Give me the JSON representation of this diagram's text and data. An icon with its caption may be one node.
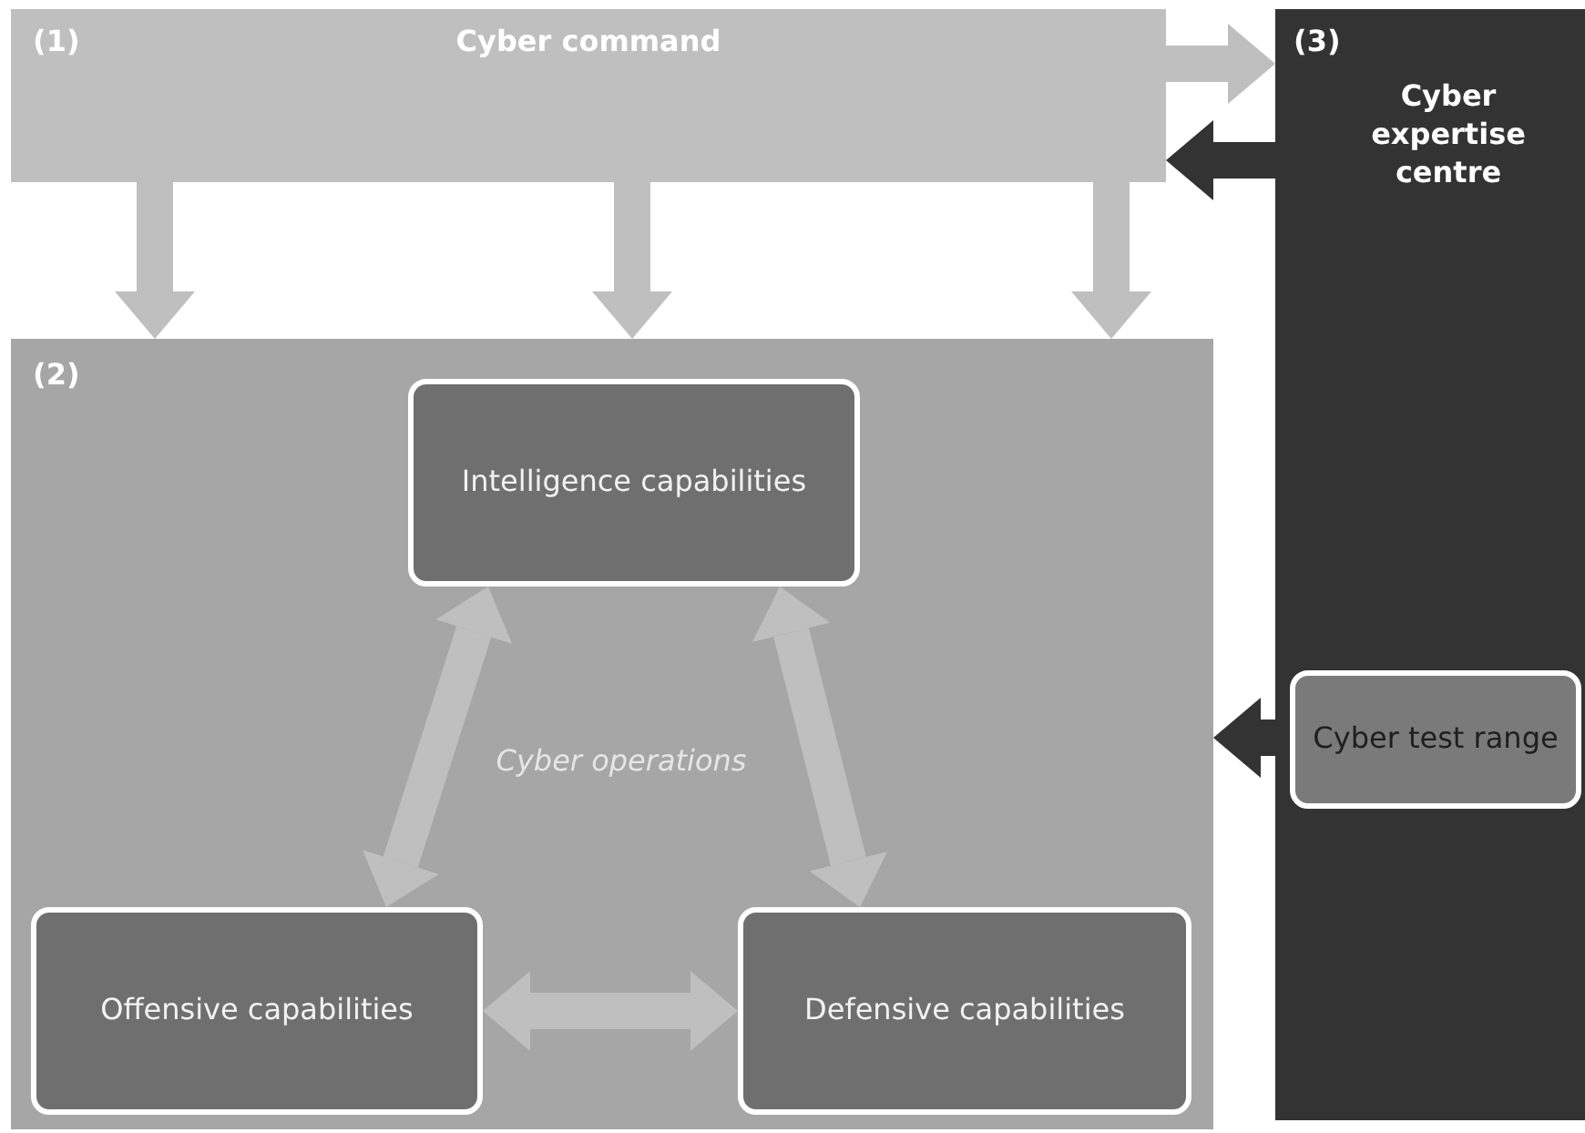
{
  "diagram": {
    "nodes": [
      {
        "text": [
          "(1)",
          "Cyber command"
        ]
      },
      {
        "text": [
          "(2)",
          "Cyber operations"
        ]
      },
      {
        "text": [
          "Intelligence capabilities"
        ],
        "in": 1
      },
      {
        "text": [
          "Offensive capabilities"
        ],
        "in": 1
      },
      {
        "text": [
          "Defensive capabilities"
        ],
        "in": 1
      },
      {
        "text": [
          "(3)",
          "Cyber expertise centre"
        ]
      },
      {
        "text": [
          "Cyber test range"
        ],
        "in": 5
      }
    ],
    "edges": [
      {
        "from": 0,
        "to": 5,
        "arrow": "to"
      },
      {
        "from": 5,
        "to": 0,
        "arrow": "to",
        "color": "#333333"
      },
      {
        "from": 0,
        "to": 1,
        "arrow": "to"
      },
      {
        "from": 0,
        "to": 1,
        "arrow": "to"
      },
      {
        "from": 0,
        "to": 1,
        "arrow": "to"
      },
      {
        "from": 2,
        "to": 3,
        "arrow": "both"
      },
      {
        "from": 2,
        "to": 4,
        "arrow": "both"
      },
      {
        "from": 3,
        "to": 4,
        "arrow": "both"
      },
      {
        "from": 6,
        "to": 1,
        "arrow": "to",
        "color": "#333333"
      }
    ]
  }
}
